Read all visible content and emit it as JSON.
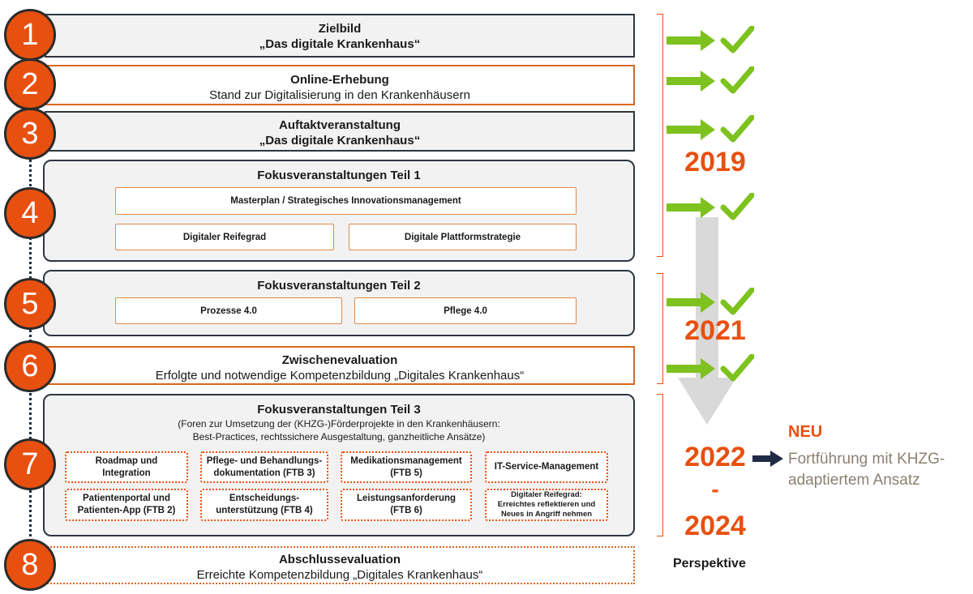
{
  "steps": [
    {
      "number": "1",
      "title": "Zielbild",
      "subtitle": "„Das digitale Krankenhaus“"
    },
    {
      "number": "2",
      "title": "Online-Erhebung",
      "subtitle": "Stand zur Digitalisierung in den Krankenhäusern"
    },
    {
      "number": "3",
      "title": "Auftaktveranstaltung",
      "subtitle": "„Das digitale Krankenhaus“"
    },
    {
      "number": "4",
      "title": "Fokusveranstaltungen Teil 1",
      "items": [
        "Masterplan / Strategisches Innovationsmanagement",
        "Digitaler Reifegrad",
        "Digitale Plattformstrategie"
      ]
    },
    {
      "number": "5",
      "title": "Fokusveranstaltungen Teil 2",
      "items": [
        "Prozesse 4.0",
        "Pflege 4.0"
      ]
    },
    {
      "number": "6",
      "title": "Zwischenevaluation",
      "subtitle": "Erfolgte und notwendige Kompetenzbildung „Digitales Krankenhaus“"
    },
    {
      "number": "7",
      "title": "Fokusveranstaltungen Teil 3",
      "subtitle": "(Foren zur Umsetzung der (KHZG-)Förderprojekte in den Krankenhäusern:",
      "subtitle2": "Best-Practices, rechtssichere Ausgestaltung, ganzheitliche Ansätze)",
      "items": [
        [
          "Roadmap und",
          "Integration"
        ],
        [
          "Pflege- und Behandlungs-",
          "dokumentation (FTB 3)"
        ],
        [
          "Medikationsmanagement",
          "(FTB 5)"
        ],
        [
          "IT-Service-Management",
          ""
        ],
        [
          "Patientenportal und",
          "Patienten-App (FTB 2)"
        ],
        [
          "Entscheidungs-",
          "unterstützung (FTB 4)"
        ],
        [
          "Leistungsanforderung",
          "(FTB 6)"
        ],
        [
          "Digitaler Reifegrad:",
          "Erreichtes reflektieren und",
          "Neues in Angriff nehmen"
        ]
      ]
    },
    {
      "number": "8",
      "title": "Abschlussevaluation",
      "subtitle": "Erreichte Kompetenzbildung „Digitales Krankenhaus“"
    }
  ],
  "timeline": {
    "year_2019": "2019",
    "year_2021": "2021",
    "year_2022": "2022",
    "dash": "-",
    "year_2024": "2024",
    "perspective": "Perspektive"
  },
  "neu": {
    "label": "NEU",
    "text_line1": "Fortführung mit KHZG-",
    "text_line2": "adaptiertem Ansatz"
  },
  "colors": {
    "accent": "#e8500f",
    "check_green": "#7dc21e",
    "dark_border": "#2f3640",
    "box_gray": "#f2f2f2"
  },
  "icons": {
    "done": "arrow-check-icon",
    "neu_arrow": "arrow-right-icon",
    "progress": "down-arrow-icon"
  }
}
